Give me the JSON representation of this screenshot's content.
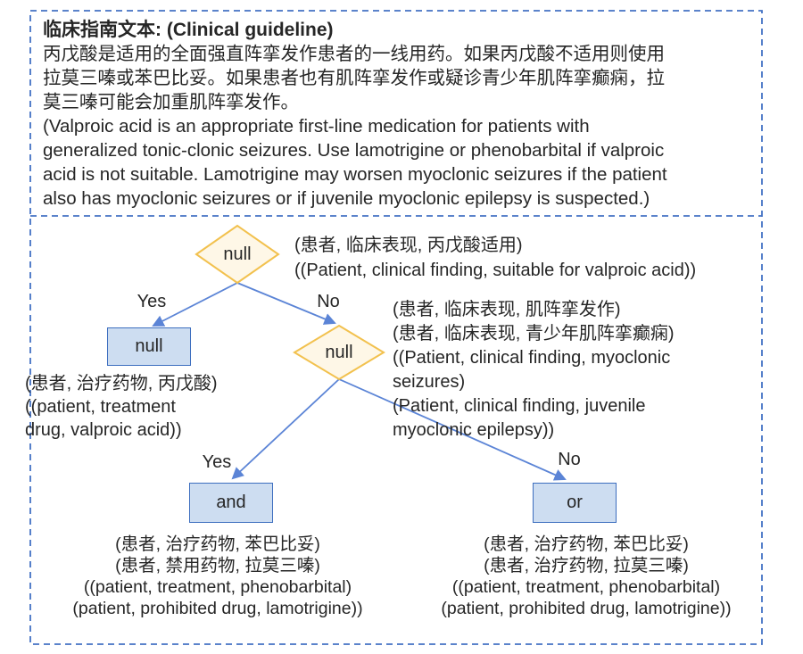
{
  "guideline": {
    "title": "临床指南文本: (Clinical guideline)",
    "zh_lines": [
      "丙戊酸是适用的全面强直阵挛发作患者的一线用药。如果丙戊酸不适用则使用",
      "拉莫三嗪或苯巴比妥。如果患者也有肌阵挛发作或疑诊青少年肌阵挛癫痫，拉",
      "莫三嗪可能会加重肌阵挛发作。"
    ],
    "en_lines": [
      "(Valproic acid is an appropriate first-line medication for patients with",
      "generalized tonic-clonic seizures. Use lamotrigine or phenobarbital if valproic",
      "acid is not suitable. Lamotrigine may worsen myoclonic seizures if the patient",
      "also has myoclonic seizures or if juvenile myoclonic epilepsy is suspected.)"
    ]
  },
  "tree": {
    "root": {
      "label": "null",
      "annotation": [
        "(患者, 临床表现, 丙戊酸适用)",
        "((Patient, clinical finding, suitable for valproic acid))"
      ]
    },
    "edges": {
      "l1_yes": "Yes",
      "l1_no": "No",
      "l2_yes": "Yes",
      "l2_no": "No"
    },
    "left_leaf": {
      "label": "null",
      "annotation": [
        "(患者, 治疗药物, 丙戊酸)",
        "((patient, treatment",
        "drug, valproic acid))"
      ]
    },
    "mid": {
      "label": "null",
      "annotation": [
        "(患者, 临床表现, 肌阵挛发作)",
        "(患者, 临床表现, 青少年肌阵挛癫痫)",
        "((Patient, clinical finding, myoclonic",
        "seizures)",
        "(Patient, clinical finding, juvenile",
        "myoclonic epilepsy))"
      ]
    },
    "and_leaf": {
      "label": "and",
      "annotation": [
        "(患者, 治疗药物, 苯巴比妥)",
        "(患者, 禁用药物, 拉莫三嗪)",
        "((patient, treatment, phenobarbital)",
        "(patient, prohibited drug, lamotrigine))"
      ]
    },
    "or_leaf": {
      "label": "or",
      "annotation": [
        "(患者, 治疗药物, 苯巴比妥)",
        "(患者, 治疗药物, 拉莫三嗪)",
        "((patient, treatment, phenobarbital)",
        "(patient, prohibited drug, lamotrigine))"
      ]
    }
  },
  "colors": {
    "border_blue": "#4472C4",
    "arrow_blue": "#5B84D6",
    "diamond_border": "#F2C14E",
    "diamond_fill": "#FEF7E7",
    "box_fill": "#CDDDF1",
    "box_border": "#3D6EBF",
    "text": "#262626"
  }
}
